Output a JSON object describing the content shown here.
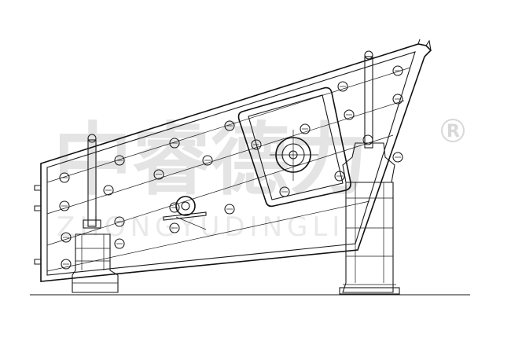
{
  "watermark": {
    "main_text": "中睿德力",
    "sub_text": "ZHONGYUDINGLI",
    "registered_mark": "R"
  },
  "colors": {
    "line": "#1a1a1a",
    "watermark": "#e4e4e4",
    "background": "#ffffff"
  },
  "drawing": {
    "subject": "vibrating-screen-side-elevation",
    "bolt_rows": 4
  }
}
